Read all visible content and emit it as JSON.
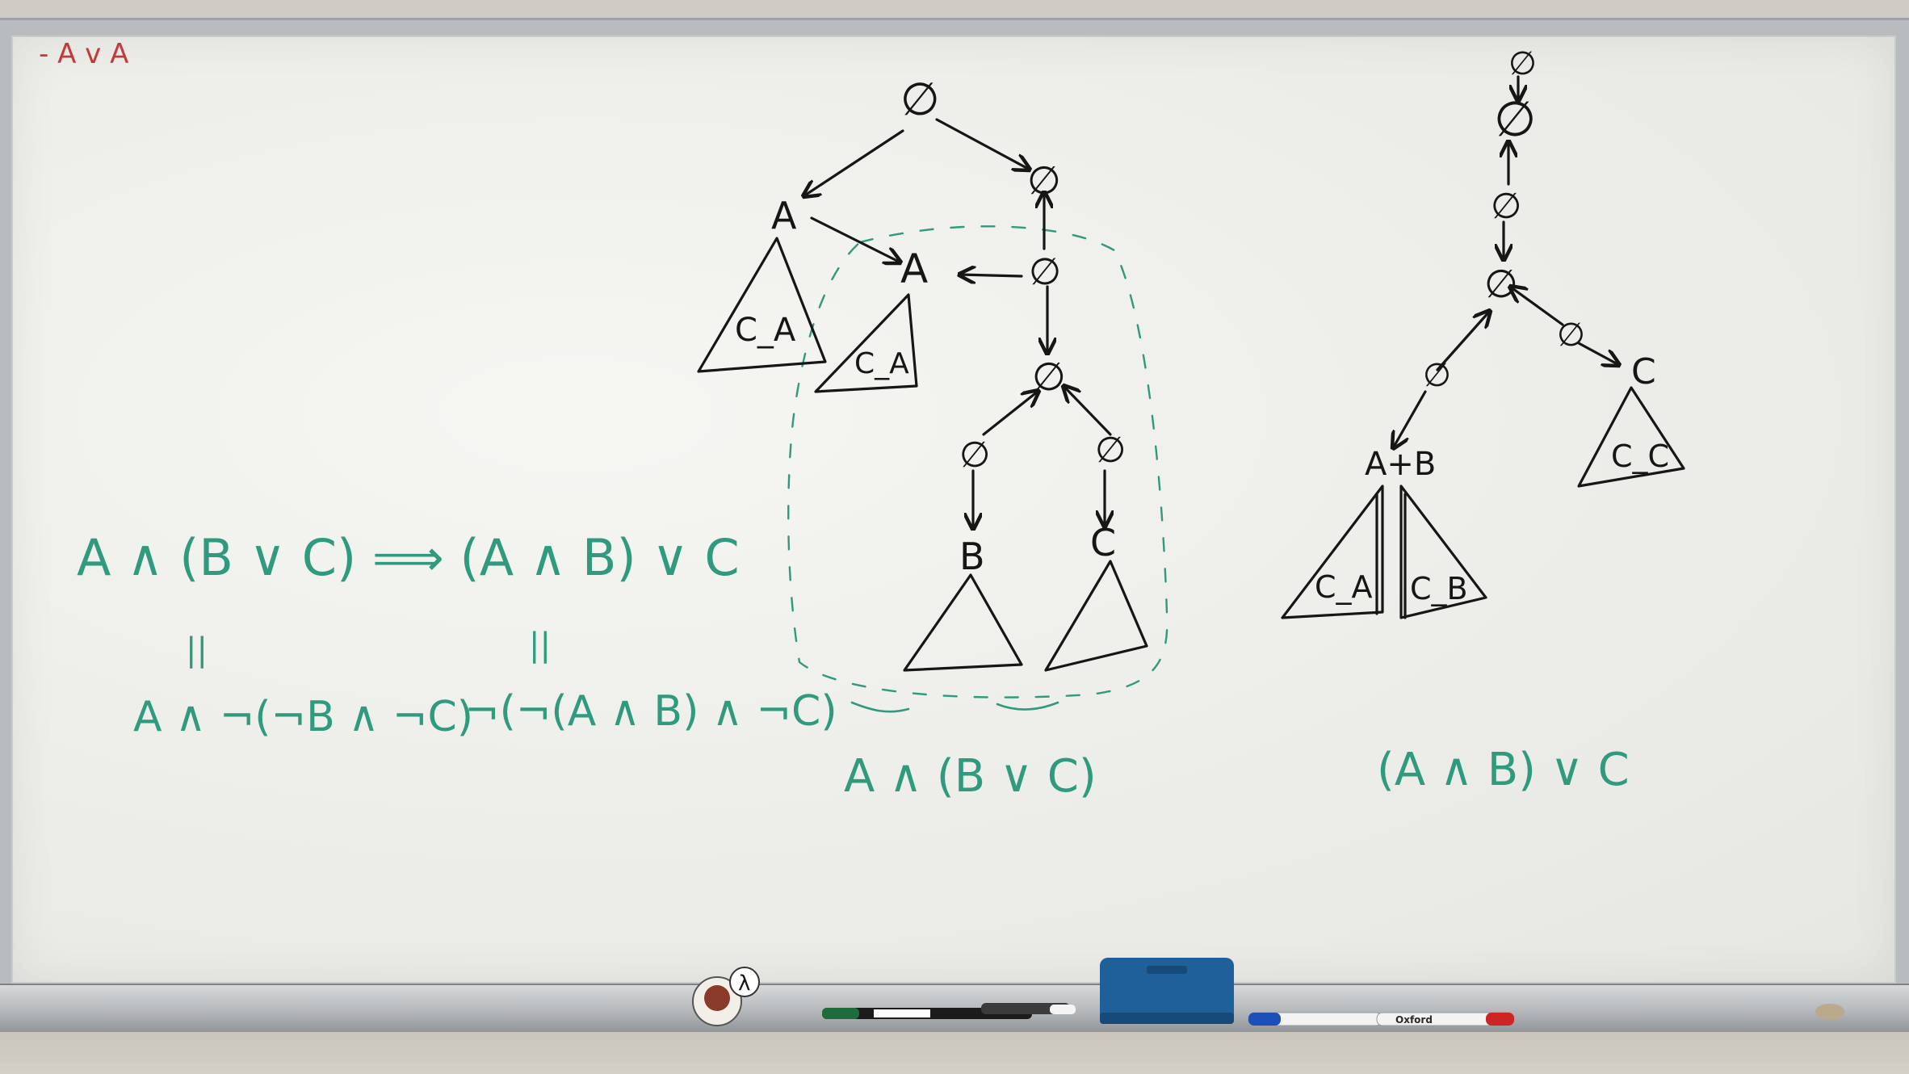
{
  "board": {
    "corner_note": "- A v A",
    "left_formula": {
      "main": "A ∧ (B ∨ C)  ⟹  (A ∧ B) ∨ C",
      "eq_mark_1": "||",
      "eq_mark_2": "||",
      "rewrite_left": "A ∧ ¬(¬B ∧ ¬C)",
      "rewrite_right": "¬(¬(A ∧ B) ∧ ¬C)"
    },
    "tree_left": {
      "nodes": [
        "∅",
        "A",
        "∅",
        "A",
        "∅",
        "∅",
        "∅",
        "∅",
        "B",
        "C"
      ],
      "subtrees": [
        "C_A",
        "C_A"
      ],
      "caption": "A ∧ (B ∨ C)"
    },
    "tree_right": {
      "nodes": [
        "∅",
        "∅",
        "∅",
        "∅",
        "∅",
        "∅",
        "A+B",
        "C"
      ],
      "subtrees": [
        "C_A",
        "C_B",
        "C_C"
      ],
      "caption": "(A ∧ B) ∨ C"
    }
  },
  "tray": {
    "sticker_symbol": "λ",
    "marker_brand": "Oxford"
  },
  "colors": {
    "board": "#eeeeea",
    "black_ink": "#161616",
    "green_ink": "#2f9a7e",
    "red_ink": "#c23a3a",
    "eraser": "#1f5f9a",
    "frame": "#b9bcbf"
  }
}
